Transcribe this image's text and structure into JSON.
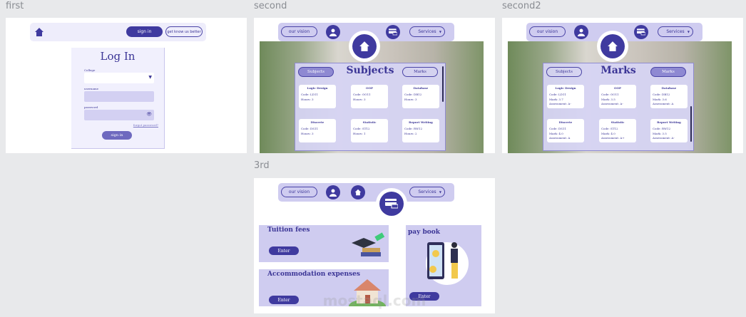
{
  "frames": {
    "first": "first",
    "second": "second",
    "second2": "second2",
    "third": "3rd"
  },
  "login": {
    "title": "Log In",
    "sign_in_nav": "sign in",
    "know_us": "get know us better",
    "college_label": "College",
    "college_value": "",
    "username_label": "username",
    "username_value": "",
    "password_label": "password",
    "password_value": "",
    "forgot": "forgot password?",
    "sign_in": "sign in"
  },
  "nav": {
    "vision": "our vision",
    "services": "Services"
  },
  "subjects": {
    "title": "Subjects",
    "tab_subjects": "Subjects",
    "tab_marks": "Marks",
    "cards": [
      {
        "name": "Logic Design",
        "code": "Code: LD11",
        "hours": "Hours: 3"
      },
      {
        "name": "OOP",
        "code": "Code: OO11",
        "hours": "Hours: 3"
      },
      {
        "name": "Database",
        "code": "Code: DB12",
        "hours": "Hours: 3"
      },
      {
        "name": "Discrete",
        "code": "Code: DS11",
        "hours": "Hours: 3"
      },
      {
        "name": "Statistic",
        "code": "Code: ST12",
        "hours": "Hours: 1"
      },
      {
        "name": "Report Writing",
        "code": "Code: RW12",
        "hours": "Hours: 2"
      }
    ]
  },
  "marks": {
    "title": "Marks",
    "tab_subjects": "Subjects",
    "tab_marks": "Marks",
    "cards": [
      {
        "name": "Logic Design",
        "code": "Code: LD11",
        "mark": "Mark: 3.7",
        "assessment": "Assessment: A-"
      },
      {
        "name": "OOP",
        "code": "Code: OO11",
        "mark": "Mark: 3.5",
        "assessment": "Assessment: A-"
      },
      {
        "name": "Database",
        "code": "Code: DB12",
        "mark": "Mark: 3.6",
        "assessment": "Assessment: A"
      },
      {
        "name": "Discrete",
        "code": "Code: DS11",
        "mark": "Mark: 4.0",
        "assessment": "Assessment: A"
      },
      {
        "name": "Statistic",
        "code": "Code: ST12",
        "mark": "Mark: 4.0",
        "assessment": "Assessment: A+"
      },
      {
        "name": "Report Writing",
        "code": "Code: RW12",
        "mark": "Mark: 3.5",
        "assessment": "Assessment: A-"
      }
    ]
  },
  "payments": {
    "tuition": "Tuition fees",
    "accommodation": "Accommodation expenses",
    "paybook": "pay book",
    "enter": "Enter"
  },
  "watermark": "mostaql.com",
  "colors": {
    "primary": "#3f3a9f",
    "lavender": "#cfccf0",
    "canvas": "#e8e9eb"
  }
}
